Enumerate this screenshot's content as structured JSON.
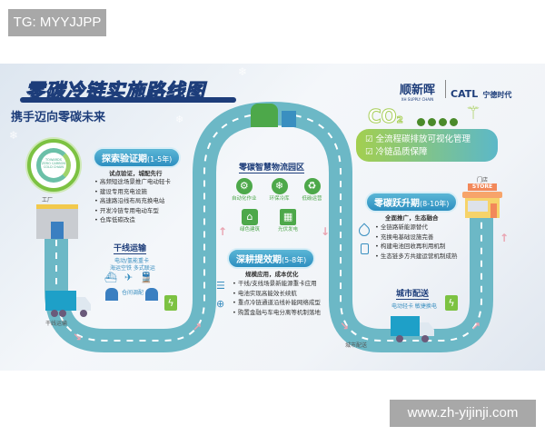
{
  "watermarks": {
    "top_left": "TG: MYYJJPP",
    "bottom_right": "www.zh-yijinji.com"
  },
  "title": "零碳冷链实施路线图",
  "subtitle": "携手迈向零碳未来",
  "logos": {
    "left_brand": "顺新晖",
    "left_brand_sub": "XH SUPPLY CHAIN",
    "right_brand": "CATL",
    "right_brand_cn": "宁德时代"
  },
  "badge_text": "TOWARDS ZERO CARBON COLD CHAIN",
  "factory_label": "工厂",
  "store_label": "门店",
  "store_sign": "STORE",
  "phase1": {
    "title": "探索验证期",
    "years": "(1-5年)",
    "tagline": "试点验证，城配先行",
    "items": [
      "高频短途场景推广电动轻卡",
      "建设专用充电设施",
      "高速路沿线布局充换电站",
      "开发冷链专用电动车型",
      "仓库低碳改造"
    ]
  },
  "trunk": {
    "title": "干线运输",
    "desc1": "电动/氢能重卡",
    "desc2": "海运空铁 多式联运",
    "warehouse_label": "仓间调配",
    "truck_label": "干线运输"
  },
  "park": {
    "title": "零碳智慧物流园区",
    "items": [
      "自动化作业",
      "环保冷库",
      "低碳运营",
      "绿色建筑",
      "光伏发电"
    ]
  },
  "phase2": {
    "title": "深耕提效期",
    "years": "(5-8年)",
    "tagline": "规模应用，成本优化",
    "items": [
      "干线/支线场景新能源重卡应用",
      "电池实现高能效长续航",
      "重点冷链通道沿线补能网络成型",
      "购置金融与车电分离等机制落地"
    ]
  },
  "co2": {
    "label": "CO",
    "sub": "2",
    "items": [
      "全流程碳排放可视化管理",
      "冷链品质保障"
    ]
  },
  "phase3": {
    "title": "零碳跃升期",
    "years": "(8-10年)",
    "tagline": "全面推广，生态融合",
    "items": [
      "全链路新能源替代",
      "充换电基础设施完善",
      "构建电池回收再利用机制",
      "生态链多方共建运营机制成熟"
    ]
  },
  "city": {
    "title": "城市配送",
    "desc": "电动轻卡 敏捷换电",
    "truck_label": "城市配送"
  },
  "colors": {
    "road": "#6cb8c6",
    "navy": "#1d3d7a",
    "green": "#4da84a",
    "pill": "#2d8fc0",
    "arrow": "#e9a4b1"
  }
}
